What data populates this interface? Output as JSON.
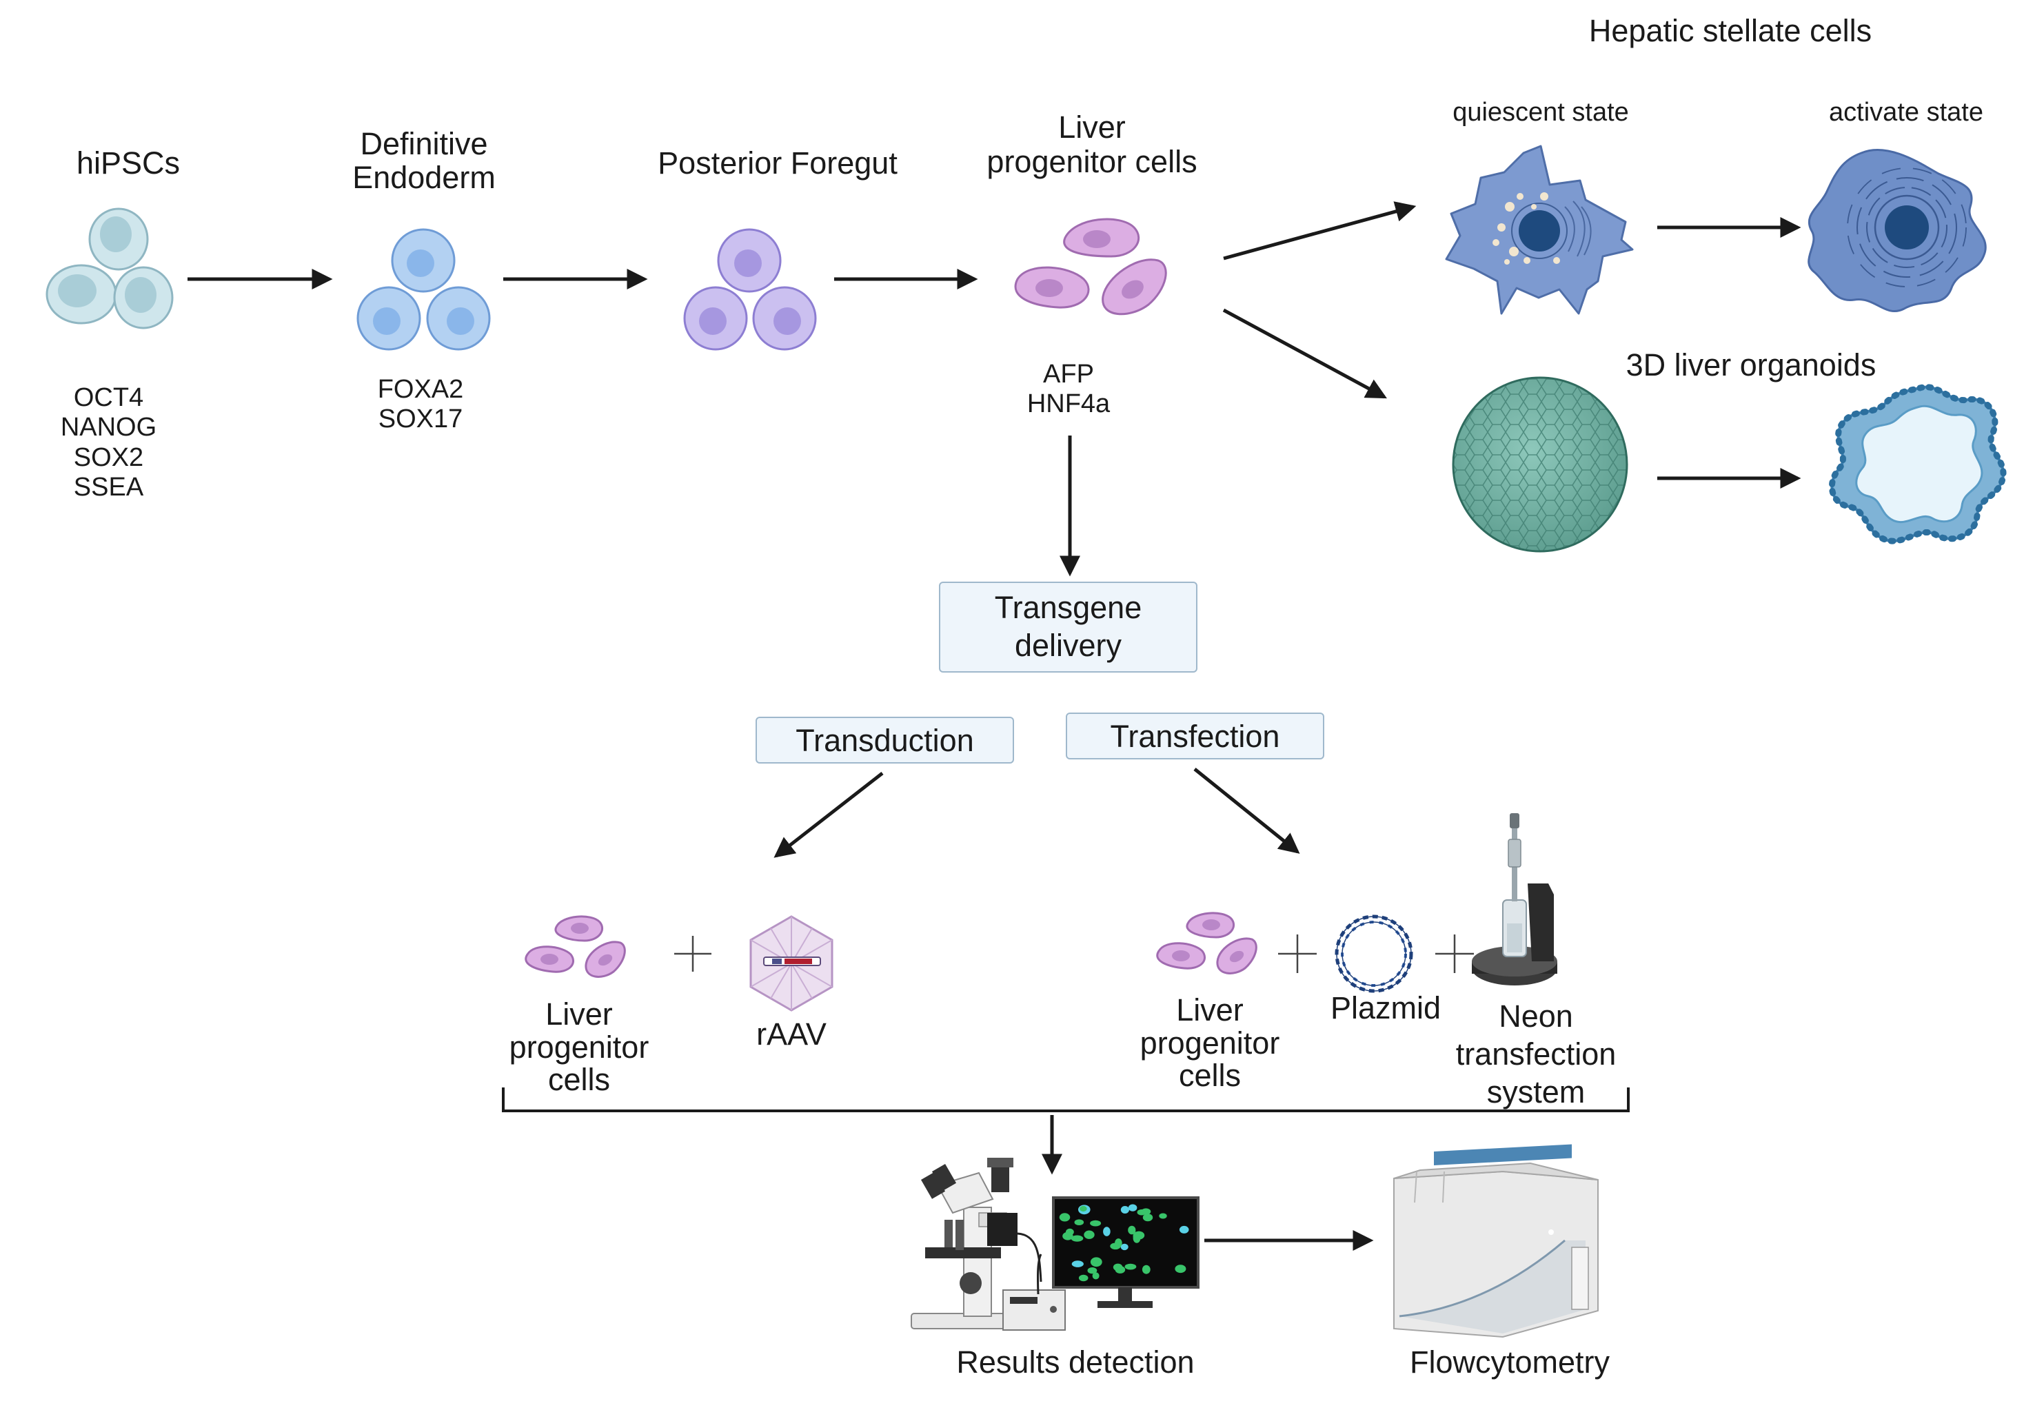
{
  "stages": {
    "hipscs": {
      "title": "hiPSCs",
      "markers": "OCT4\nNANOG\nSOX2\nSSEA"
    },
    "definitive_endoderm": {
      "title": "Definitive\nEndoderm",
      "markers": "FOXA2\nSOX17"
    },
    "posterior_foregut": {
      "title": "Posterior Foregut"
    },
    "liver_progenitor": {
      "title": "Liver\nprogenitor cells",
      "markers": "AFP\nHNF4a"
    }
  },
  "hepatic_stellate": {
    "title": "Hepatic stellate cells",
    "quiescent": "quiescent state",
    "activate": "activate state"
  },
  "organoids": {
    "title": "3D liver organoids"
  },
  "transgene": {
    "title": "Transgene\ndelivery",
    "transduction": "Transduction",
    "transfection": "Transfection"
  },
  "transduction_items": {
    "cells": "Liver\nprogenitor\ncells",
    "vector": "rAAV"
  },
  "transfection_items": {
    "cells": "Liver\nprogenitor\ncells",
    "plasmid": "Plazmid",
    "system": "Neon\ntransfection\nsystem"
  },
  "detection": {
    "results": "Results detection",
    "flow": "Flowcytometry"
  },
  "colors": {
    "ipsc": "#c3dde6",
    "endoderm": "#a7c8ef",
    "foregut": "#c4b6ec",
    "progenitor": "#d59fdb",
    "stellate": "#6d8cc4",
    "organoid": "#7fb8ac",
    "box_fill": "#eef5fb",
    "arrow": "#1a1a1a"
  }
}
